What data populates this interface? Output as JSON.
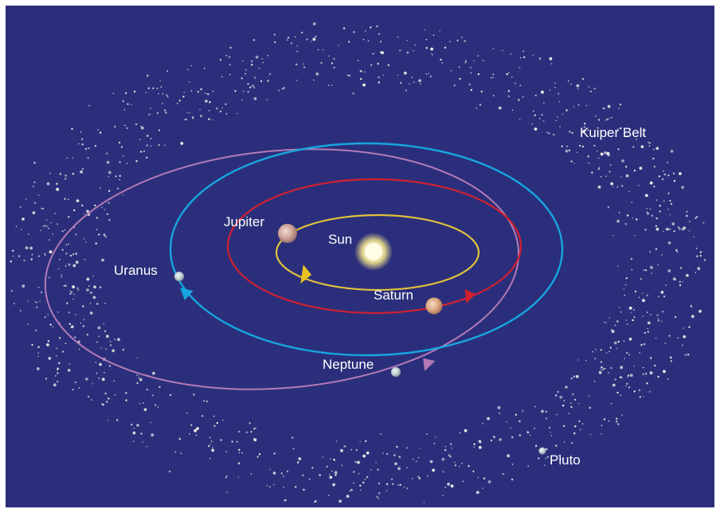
{
  "colors": {
    "background": "#2b2f7b",
    "jupiter_orbit": "#e0c13c",
    "saturn_orbit": "#d1202f",
    "uranus_orbit": "#17a6df",
    "neptune_orbit": "#b47ab8",
    "sun": "#fff7c4",
    "stars": "#f2f2ec",
    "label": "#ffffff"
  },
  "labels": {
    "kuiper_belt": "Kuiper Belt",
    "jupiter": "Jupiter",
    "sun": "Sun",
    "uranus": "Uranus",
    "saturn": "Saturn",
    "neptune": "Neptune",
    "pluto": "Pluto"
  }
}
